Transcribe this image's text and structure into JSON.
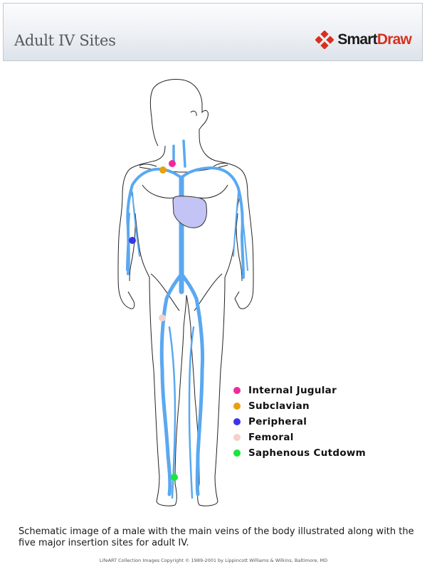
{
  "header": {
    "title": "Adult IV Sites",
    "logo": {
      "icon": "smartdraw-diamond-logo",
      "text_part1": "Smart",
      "text_part2": "Draw",
      "accent_color": "#d8301e"
    }
  },
  "figure": {
    "description": "Anterior male body outline with main veins",
    "vein_color": "#5aa8f0",
    "heart_color": "#c3c3f5",
    "outline_color": "#222222",
    "sites": [
      {
        "name": "Internal Jugular",
        "color": "#ee2a9c"
      },
      {
        "name": "Subclavian",
        "color": "#e6a10c"
      },
      {
        "name": "Peripheral",
        "color": "#3b35e8"
      },
      {
        "name": "Femoral",
        "color": "#f4d2c8"
      },
      {
        "name": "Saphenous Cutdowm",
        "color": "#17e83a"
      }
    ]
  },
  "legend": {
    "items": [
      {
        "label": "Internal Jugular",
        "color": "#ee2a9c"
      },
      {
        "label": "Subclavian",
        "color": "#e6a10c"
      },
      {
        "label": "Peripheral",
        "color": "#3b35e8"
      },
      {
        "label": "Femoral",
        "color": "#f4d2c8"
      },
      {
        "label": "Saphenous Cutdowm",
        "color": "#17e83a"
      }
    ]
  },
  "caption": "Schematic image of a male with the main veins of the body illustrated along with the five major insertion sites for adult IV.",
  "credit": "LifeART Collection Images Copyright © 1989-2001 by Lippincott Williams & Wilkins, Baltimore, MD"
}
